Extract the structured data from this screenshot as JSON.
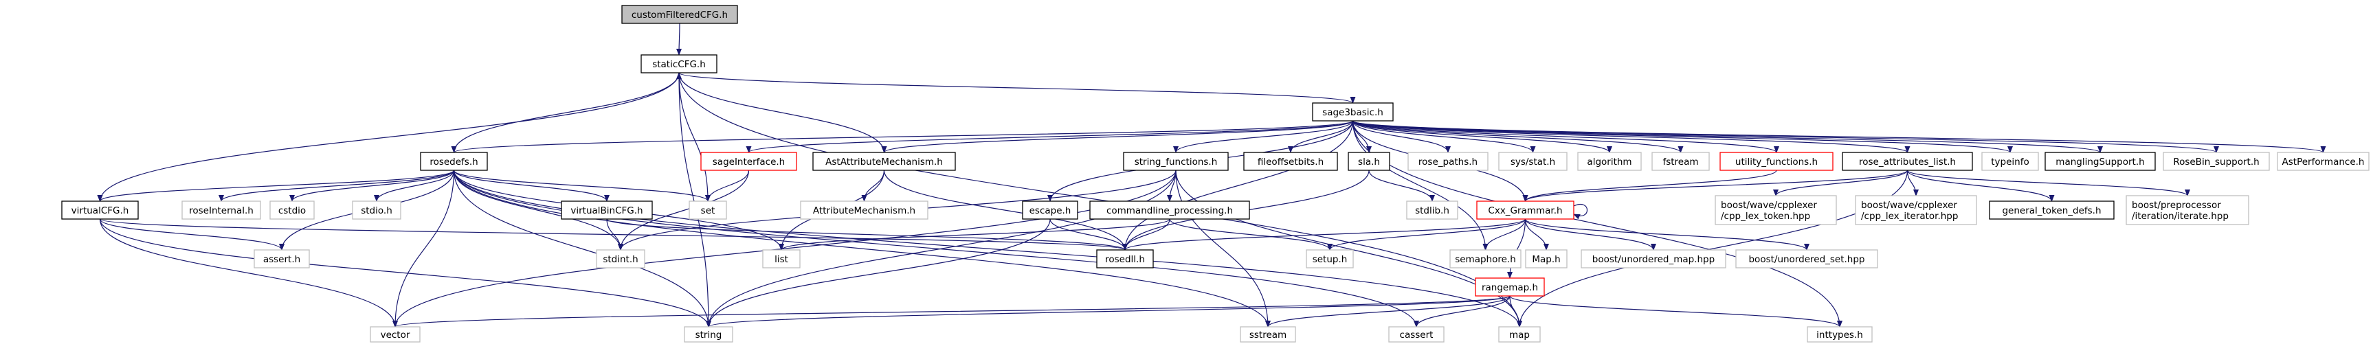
{
  "colors": {
    "edge": "#191970",
    "documented_border": "#000000",
    "external_border": "#bfbfbf",
    "error_border": "#ff0000",
    "root_fill": "#bfbfbf",
    "node_fill": "#ffffff"
  },
  "graph": {
    "nodes": [
      {
        "id": "customFilteredCFG",
        "lines": [
          "customFilteredCFG.h"
        ],
        "style": "root"
      },
      {
        "id": "staticCFG",
        "lines": [
          "staticCFG.h"
        ],
        "style": "doc"
      },
      {
        "id": "sage3basic",
        "lines": [
          "sage3basic.h"
        ],
        "style": "doc"
      },
      {
        "id": "rosedefs",
        "lines": [
          "rosedefs.h"
        ],
        "style": "doc"
      },
      {
        "id": "sageInterface",
        "lines": [
          "sageInterface.h"
        ],
        "style": "error"
      },
      {
        "id": "AstAttributeMechanism",
        "lines": [
          "AstAttributeMechanism.h"
        ],
        "style": "doc"
      },
      {
        "id": "string_functions",
        "lines": [
          "string_functions.h"
        ],
        "style": "doc"
      },
      {
        "id": "fileoffsetbits",
        "lines": [
          "fileoffsetbits.h"
        ],
        "style": "doc"
      },
      {
        "id": "sla",
        "lines": [
          "sla.h"
        ],
        "style": "doc"
      },
      {
        "id": "rose_paths",
        "lines": [
          "rose_paths.h"
        ],
        "style": "ext"
      },
      {
        "id": "sys_stat",
        "lines": [
          "sys/stat.h"
        ],
        "style": "ext"
      },
      {
        "id": "algorithm",
        "lines": [
          "algorithm"
        ],
        "style": "ext"
      },
      {
        "id": "fstream",
        "lines": [
          "fstream"
        ],
        "style": "ext"
      },
      {
        "id": "utility_functions",
        "lines": [
          "utility_functions.h"
        ],
        "style": "error"
      },
      {
        "id": "rose_attributes_list",
        "lines": [
          "rose_attributes_list.h"
        ],
        "style": "doc"
      },
      {
        "id": "typeinfo",
        "lines": [
          "typeinfo"
        ],
        "style": "ext"
      },
      {
        "id": "manglingSupport",
        "lines": [
          "manglingSupport.h"
        ],
        "style": "doc"
      },
      {
        "id": "RoseBin_support",
        "lines": [
          "RoseBin_support.h"
        ],
        "style": "ext"
      },
      {
        "id": "AstPerformance",
        "lines": [
          "AstPerformance.h"
        ],
        "style": "ext"
      },
      {
        "id": "virtualCFG",
        "lines": [
          "virtualCFG.h"
        ],
        "style": "doc"
      },
      {
        "id": "roseInternal",
        "lines": [
          "roseInternal.h"
        ],
        "style": "ext"
      },
      {
        "id": "cstdio",
        "lines": [
          "cstdio"
        ],
        "style": "ext"
      },
      {
        "id": "stdio",
        "lines": [
          "stdio.h"
        ],
        "style": "ext"
      },
      {
        "id": "virtualBinCFG",
        "lines": [
          "virtualBinCFG.h"
        ],
        "style": "doc"
      },
      {
        "id": "set",
        "lines": [
          "set"
        ],
        "style": "ext"
      },
      {
        "id": "AttributeMechanism",
        "lines": [
          "AttributeMechanism.h"
        ],
        "style": "ext"
      },
      {
        "id": "commandline_processing",
        "lines": [
          "commandline_processing.h"
        ],
        "style": "doc"
      },
      {
        "id": "escape",
        "lines": [
          "escape.h"
        ],
        "style": "doc"
      },
      {
        "id": "stdlib",
        "lines": [
          "stdlib.h"
        ],
        "style": "ext"
      },
      {
        "id": "Cxx_Grammar",
        "lines": [
          "Cxx_Grammar.h"
        ],
        "style": "error"
      },
      {
        "id": "wave_token",
        "lines": [
          "boost/wave/cpplexer",
          "/cpp_lex_token.hpp"
        ],
        "style": "ext"
      },
      {
        "id": "wave_iterator",
        "lines": [
          "boost/wave/cpplexer",
          "/cpp_lex_iterator.hpp"
        ],
        "style": "ext"
      },
      {
        "id": "general_token_defs",
        "lines": [
          "general_token_defs.h"
        ],
        "style": "doc"
      },
      {
        "id": "pp_iterate",
        "lines": [
          "boost/preprocessor",
          "/iteration/iterate.hpp"
        ],
        "style": "ext"
      },
      {
        "id": "assert",
        "lines": [
          "assert.h"
        ],
        "style": "ext"
      },
      {
        "id": "stdint",
        "lines": [
          "stdint.h"
        ],
        "style": "ext"
      },
      {
        "id": "list",
        "lines": [
          "list"
        ],
        "style": "ext"
      },
      {
        "id": "rosedll",
        "lines": [
          "rosedll.h"
        ],
        "style": "doc"
      },
      {
        "id": "setup",
        "lines": [
          "setup.h"
        ],
        "style": "ext"
      },
      {
        "id": "semaphore",
        "lines": [
          "semaphore.h"
        ],
        "style": "ext"
      },
      {
        "id": "Map",
        "lines": [
          "Map.h"
        ],
        "style": "ext"
      },
      {
        "id": "unordered_map",
        "lines": [
          "boost/unordered_map.hpp"
        ],
        "style": "ext"
      },
      {
        "id": "unordered_set",
        "lines": [
          "boost/unordered_set.hpp"
        ],
        "style": "ext"
      },
      {
        "id": "rangemap",
        "lines": [
          "rangemap.h"
        ],
        "style": "error"
      },
      {
        "id": "vector",
        "lines": [
          "vector"
        ],
        "style": "ext"
      },
      {
        "id": "string",
        "lines": [
          "string"
        ],
        "style": "ext"
      },
      {
        "id": "sstream",
        "lines": [
          "sstream"
        ],
        "style": "ext"
      },
      {
        "id": "cassert",
        "lines": [
          "cassert"
        ],
        "style": "ext"
      },
      {
        "id": "map",
        "lines": [
          "map"
        ],
        "style": "ext"
      },
      {
        "id": "inttypes",
        "lines": [
          "inttypes.h"
        ],
        "style": "ext"
      }
    ],
    "edges": [
      [
        "customFilteredCFG",
        "staticCFG"
      ],
      [
        "staticCFG",
        "sage3basic"
      ],
      [
        "staticCFG",
        "virtualCFG"
      ],
      [
        "staticCFG",
        "AstAttributeMechanism"
      ],
      [
        "staticCFG",
        "set"
      ],
      [
        "staticCFG",
        "string"
      ],
      [
        "staticCFG",
        "map"
      ],
      [
        "sage3basic",
        "rosedefs"
      ],
      [
        "sage3basic",
        "sageInterface"
      ],
      [
        "sage3basic",
        "AstAttributeMechanism"
      ],
      [
        "sage3basic",
        "string_functions"
      ],
      [
        "sage3basic",
        "fileoffsetbits"
      ],
      [
        "sage3basic",
        "sla"
      ],
      [
        "sage3basic",
        "rose_paths"
      ],
      [
        "sage3basic",
        "sys_stat"
      ],
      [
        "sage3basic",
        "algorithm"
      ],
      [
        "sage3basic",
        "fstream"
      ],
      [
        "sage3basic",
        "utility_functions"
      ],
      [
        "sage3basic",
        "rose_attributes_list"
      ],
      [
        "sage3basic",
        "typeinfo"
      ],
      [
        "sage3basic",
        "manglingSupport"
      ],
      [
        "sage3basic",
        "RoseBin_support"
      ],
      [
        "sage3basic",
        "AstPerformance"
      ],
      [
        "sage3basic",
        "escape"
      ],
      [
        "sage3basic",
        "rosedll"
      ],
      [
        "sage3basic",
        "semaphore"
      ],
      [
        "sage3basic",
        "Cxx_Grammar"
      ],
      [
        "sage3basic",
        "inttypes"
      ],
      [
        "rosedefs",
        "staticCFG"
      ],
      [
        "rosedefs",
        "virtualCFG"
      ],
      [
        "rosedefs",
        "roseInternal"
      ],
      [
        "rosedefs",
        "cstdio"
      ],
      [
        "rosedefs",
        "stdio"
      ],
      [
        "rosedefs",
        "virtualBinCFG"
      ],
      [
        "rosedefs",
        "set"
      ],
      [
        "rosedefs",
        "assert"
      ],
      [
        "rosedefs",
        "stdint"
      ],
      [
        "rosedefs",
        "list"
      ],
      [
        "rosedefs",
        "vector"
      ],
      [
        "rosedefs",
        "string"
      ],
      [
        "rosedefs",
        "sstream"
      ],
      [
        "rosedefs",
        "cassert"
      ],
      [
        "rosedefs",
        "map"
      ],
      [
        "sageInterface",
        "set"
      ],
      [
        "sageInterface",
        "stdint"
      ],
      [
        "AstAttributeMechanism",
        "AttributeMechanism"
      ],
      [
        "AstAttributeMechanism",
        "list"
      ],
      [
        "AstAttributeMechanism",
        "rosedll"
      ],
      [
        "string_functions",
        "commandline_processing"
      ],
      [
        "string_functions",
        "stdint"
      ],
      [
        "string_functions",
        "vector"
      ],
      [
        "string_functions",
        "string"
      ],
      [
        "string_functions",
        "sstream"
      ],
      [
        "string_functions",
        "map"
      ],
      [
        "commandline_processing",
        "list"
      ],
      [
        "commandline_processing",
        "rosedll"
      ],
      [
        "commandline_processing",
        "setup"
      ],
      [
        "escape",
        "rosedll"
      ],
      [
        "escape",
        "string"
      ],
      [
        "sla",
        "stdlib"
      ],
      [
        "sla",
        "rosedll"
      ],
      [
        "utility_functions",
        "Cxx_Grammar"
      ],
      [
        "rose_attributes_list",
        "wave_token"
      ],
      [
        "rose_attributes_list",
        "wave_iterator"
      ],
      [
        "rose_attributes_list",
        "general_token_defs"
      ],
      [
        "rose_attributes_list",
        "pp_iterate"
      ],
      [
        "rose_attributes_list",
        "Cxx_Grammar"
      ],
      [
        "rose_attributes_list",
        "map"
      ],
      [
        "Cxx_Grammar",
        "Cxx_Grammar"
      ],
      [
        "Cxx_Grammar",
        "rosedll"
      ],
      [
        "Cxx_Grammar",
        "setup"
      ],
      [
        "Cxx_Grammar",
        "semaphore"
      ],
      [
        "Cxx_Grammar",
        "Map"
      ],
      [
        "Cxx_Grammar",
        "unordered_map"
      ],
      [
        "Cxx_Grammar",
        "unordered_set"
      ],
      [
        "Cxx_Grammar",
        "rangemap"
      ],
      [
        "rangemap",
        "vector"
      ],
      [
        "rangemap",
        "string"
      ],
      [
        "rangemap",
        "sstream"
      ],
      [
        "rangemap",
        "cassert"
      ],
      [
        "rangemap",
        "map"
      ],
      [
        "rangemap",
        "inttypes"
      ],
      [
        "virtualCFG",
        "assert"
      ],
      [
        "virtualCFG",
        "string"
      ],
      [
        "virtualCFG",
        "vector"
      ],
      [
        "virtualCFG",
        "rosedll"
      ],
      [
        "virtualBinCFG",
        "stdint"
      ],
      [
        "virtualBinCFG",
        "rosedll"
      ]
    ]
  }
}
